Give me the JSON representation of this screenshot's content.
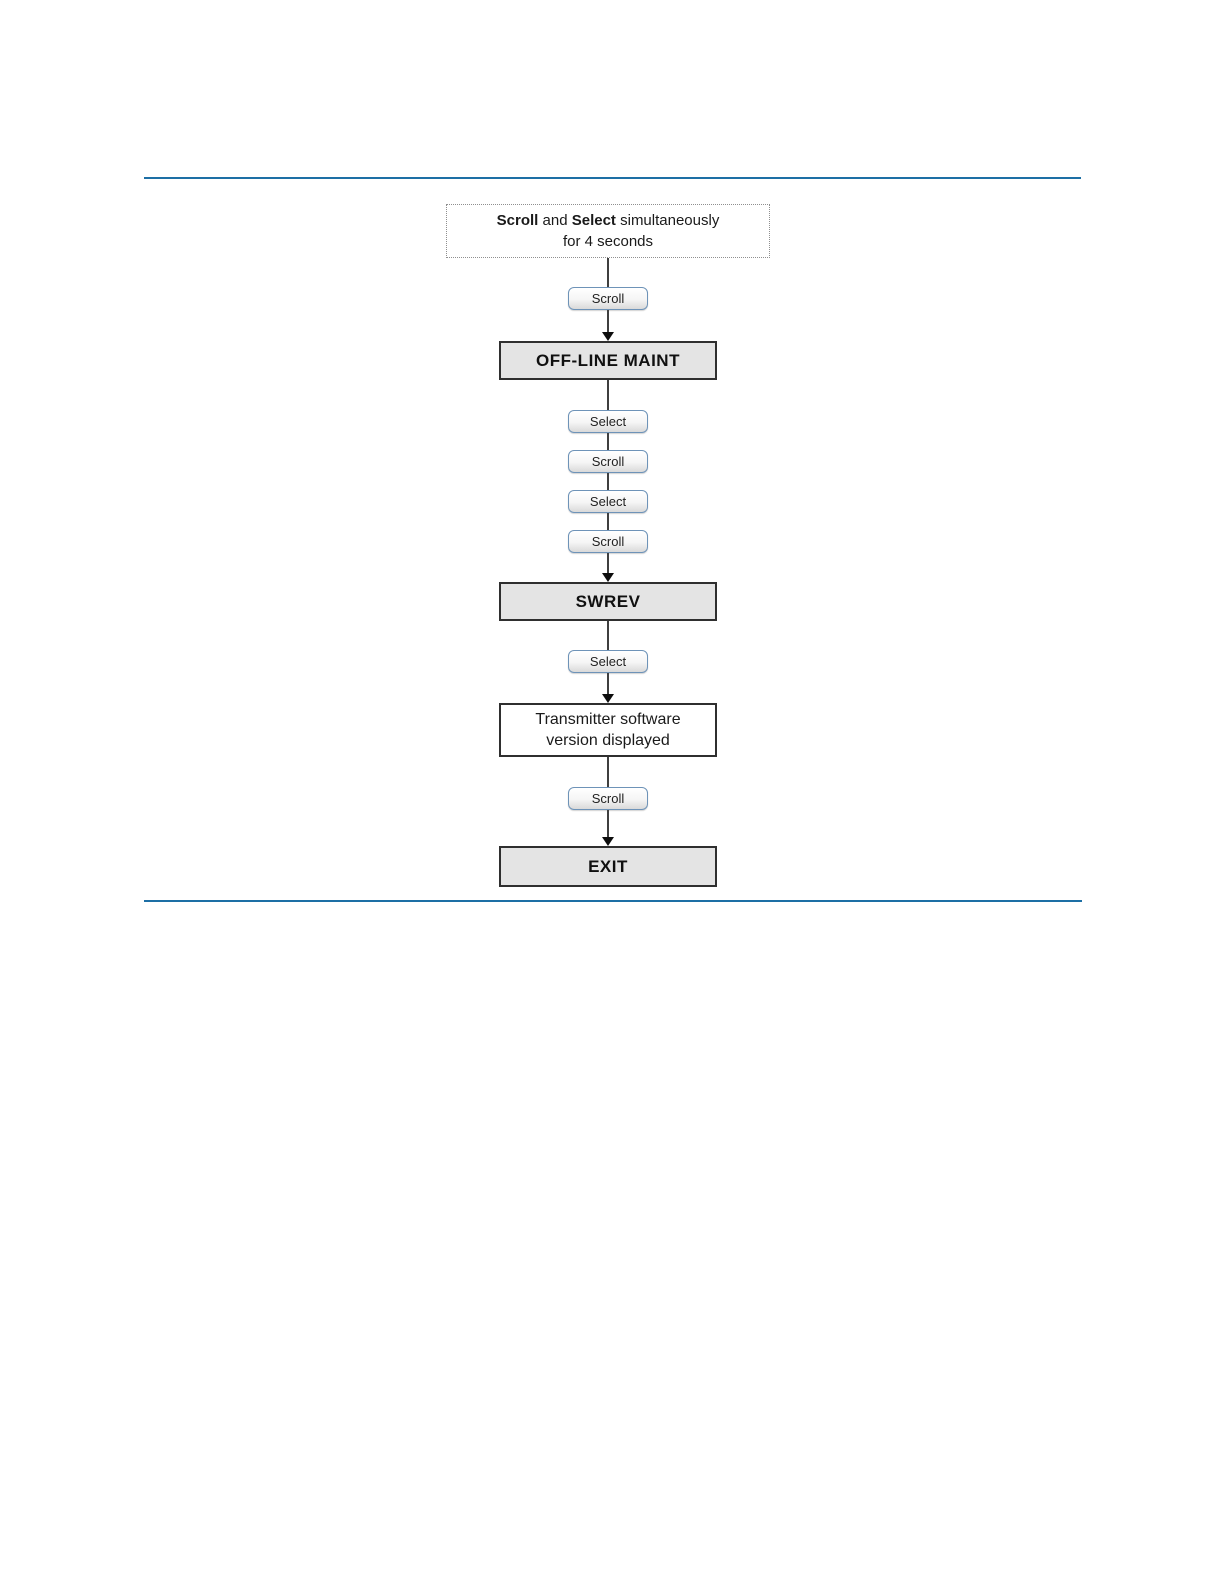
{
  "flowchart": {
    "start_note": {
      "bold1": "Scroll",
      "join": " and ",
      "bold2": "Select",
      "tail": " simultaneously",
      "line2": "for 4 seconds"
    },
    "buttons": [
      "Scroll",
      "Select",
      "Scroll",
      "Select",
      "Scroll",
      "Select",
      "Scroll"
    ],
    "stages": {
      "offline_maint": "OFF-LINE MAINT",
      "swrev": "SWREV",
      "result_line1": "Transmitter software",
      "result_line2": "version displayed",
      "exit": "EXIT"
    },
    "colors": {
      "rule": "#1d6fa5",
      "stage_fill": "#e4e4e4",
      "stage_border": "#2f2f2f",
      "button_border": "#6e93b8",
      "connector": "#3f3f3f"
    }
  }
}
